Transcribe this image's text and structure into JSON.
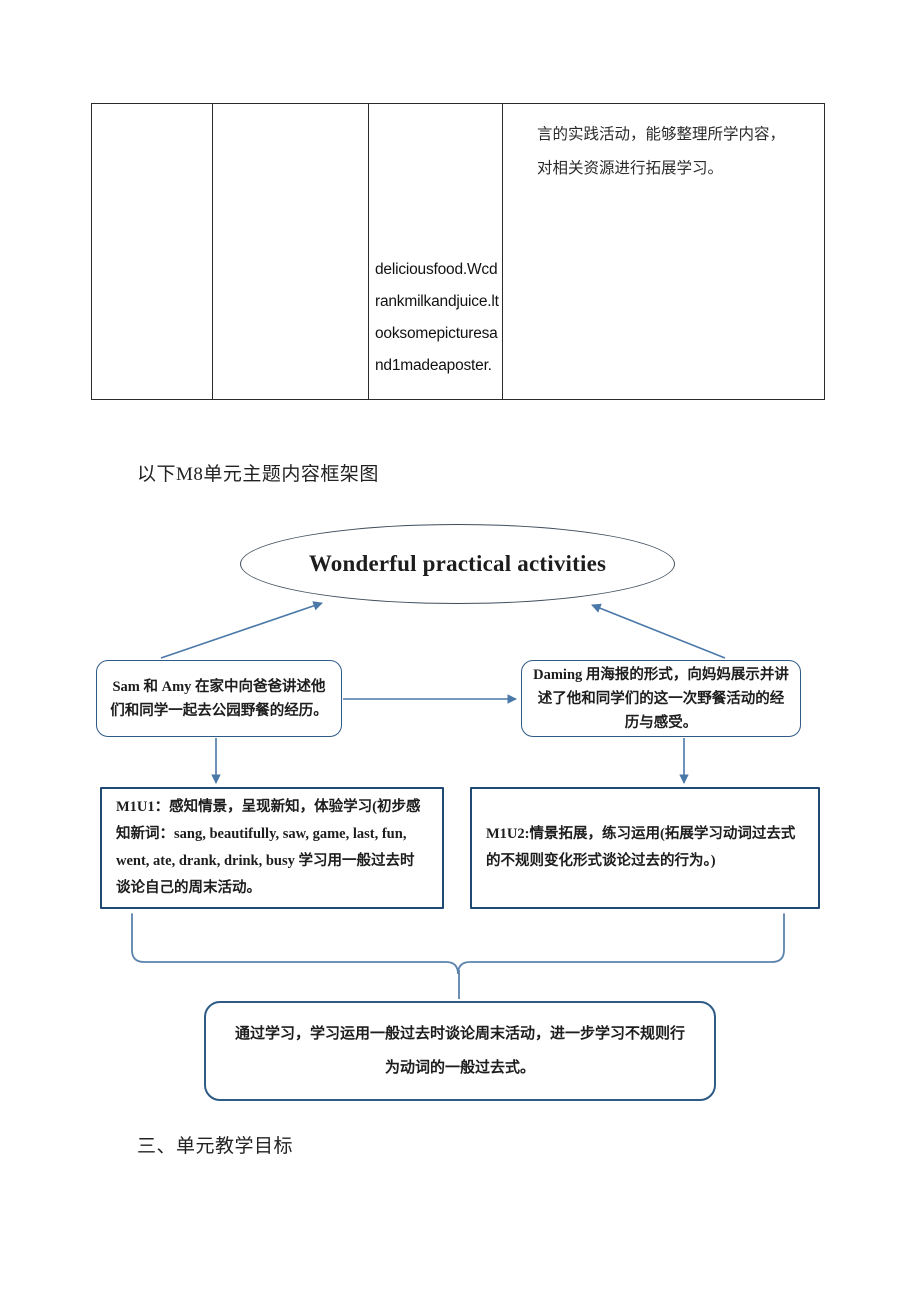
{
  "table": {
    "columns": 4,
    "rows": [
      {
        "cells": [
          {
            "text": ""
          },
          {
            "text": ""
          },
          {
            "lines": [
              "deliciousfood.Wcd",
              "rankmilkandjuice.lt",
              "ooksomepicturesa",
              "nd1madeaposter."
            ]
          },
          {
            "lines": [
              "言的实践活动，能够整理所学内容，",
              "对相关资源进行拓展学习。"
            ]
          }
        ]
      }
    ]
  },
  "captions": {
    "framework": "以下M8单元主题内容框架图",
    "objectives": "三、单元教学目标"
  },
  "diagram": {
    "topic": {
      "label": "Wonderful practical activities"
    },
    "scenarios": [
      {
        "id": "left",
        "label": "Sam 和 Amy 在家中向爸爸讲述他们和同学一起去公园野餐的经历。"
      },
      {
        "id": "right",
        "label": "Daming 用海报的形式，向妈妈展示并讲述了他和同学们的这一次野餐活动的经历与感受。"
      }
    ],
    "units": [
      {
        "id": "m1u1",
        "label": "M1U1：感知情景，呈现新知，体验学习(初步感知新词：sang, beautifully, saw, game, last, fun, went, ate, drank, drink, busy 学习用一般过去时谈论自己的周末活动。"
      },
      {
        "id": "m1u2",
        "label": "M1U2:情景拓展，练习运用(拓展学习动词过去式的不规则变化形式谈论过去的行为。)"
      }
    ],
    "goal": {
      "label": "通过学习，学习运用一般过去时谈论周末活动，进一步学习不规则行为动词的一般过去式。"
    },
    "colors": {
      "ellipse_border": "#3f4e5c",
      "scenario_border": "#2e5a86",
      "unit_border": "#1f4a74",
      "connector": "#4a78a8",
      "goal_border": "#2e5a86"
    }
  }
}
